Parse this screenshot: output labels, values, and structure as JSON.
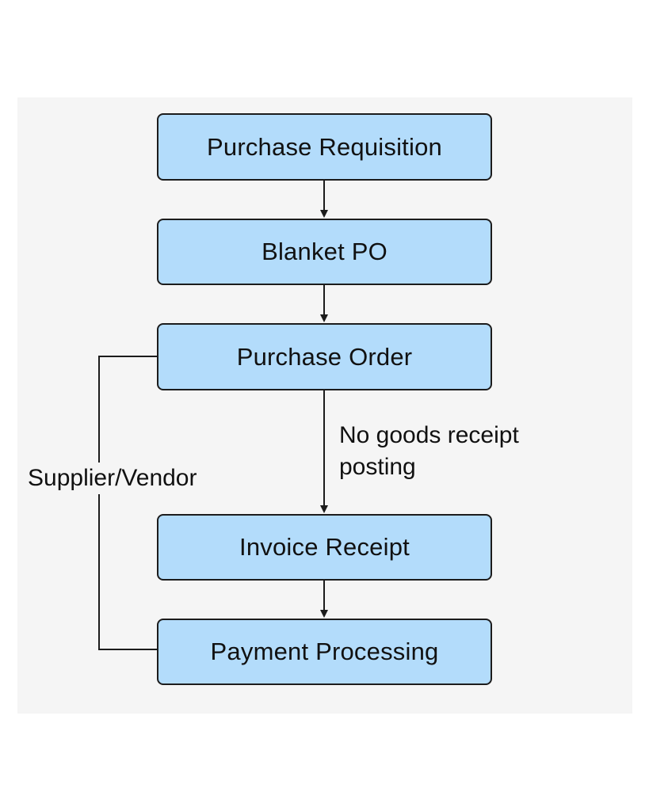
{
  "colors": {
    "node_fill": "#b3dcfb",
    "node_border": "#1c1c1c",
    "panel_background": "#f5f5f5",
    "line": "#1c1c1c"
  },
  "nodes": [
    {
      "id": "purchase_requisition",
      "label": "Purchase Requisition"
    },
    {
      "id": "blanket_po",
      "label": "Blanket PO"
    },
    {
      "id": "purchase_order",
      "label": "Purchase Order"
    },
    {
      "id": "invoice_receipt",
      "label": "Invoice Receipt"
    },
    {
      "id": "payment_processing",
      "label": "Payment Processing"
    }
  ],
  "edges": [
    {
      "from": "purchase_requisition",
      "to": "blanket_po"
    },
    {
      "from": "blanket_po",
      "to": "purchase_order"
    },
    {
      "from": "purchase_order",
      "to": "invoice_receipt",
      "label": "No goods receipt posting"
    },
    {
      "from": "invoice_receipt",
      "to": "payment_processing"
    },
    {
      "from": "purchase_order",
      "to": "payment_processing",
      "label": "Supplier/Vendor"
    }
  ],
  "edge_labels": {
    "no_goods_receipt_line1": "No goods receipt",
    "no_goods_receipt_line2": "posting",
    "supplier_vendor": "Supplier/Vendor"
  }
}
